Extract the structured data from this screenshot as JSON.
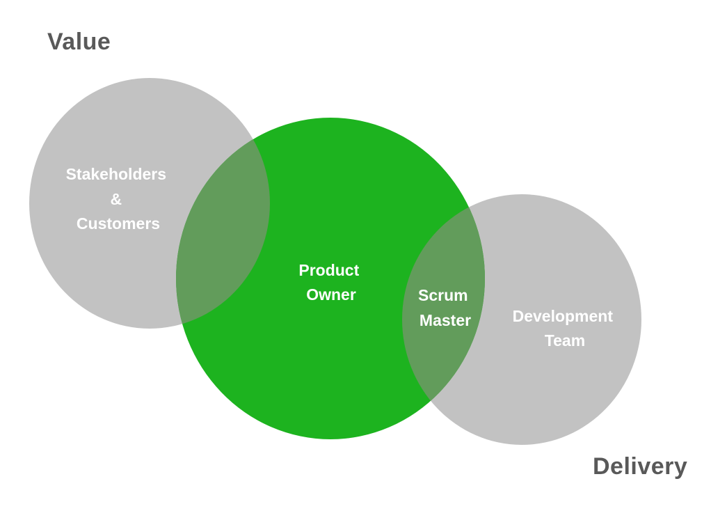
{
  "corner_labels": {
    "top_left": "Value",
    "bottom_right": "Delivery"
  },
  "colors": {
    "gray_circle": "#c2c2c2",
    "green_circle": "#1db31f",
    "overlap": "#629c5b",
    "label_text": "#595959",
    "circle_text": "#ffffff"
  },
  "circles": [
    {
      "id": "stakeholders",
      "color": "gray",
      "lines": [
        "Stakeholders",
        "&",
        "Customers"
      ]
    },
    {
      "id": "product-owner",
      "color": "green",
      "lines": [
        "Product",
        "Owner"
      ]
    },
    {
      "id": "development-team",
      "color": "gray",
      "lines": [
        "Development",
        "Team"
      ]
    }
  ],
  "overlap_labels": [
    {
      "id": "scrum-master",
      "lines": [
        "Scrum",
        "Master"
      ]
    }
  ]
}
